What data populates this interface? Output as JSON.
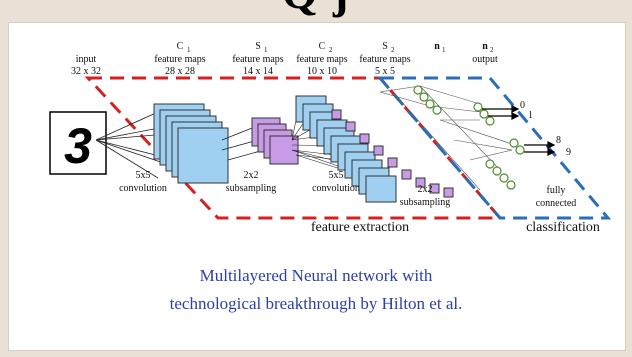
{
  "slide": {
    "title_fragment": "Q j",
    "caption_line1": "Multilayered Neural network with",
    "caption_line2": "technological breakthrough by Hilton et al."
  },
  "diagram": {
    "input_digit": "3",
    "layers": {
      "input": {
        "name": "input",
        "size": "32 x 32"
      },
      "c1": {
        "name": "C",
        "sub": "1",
        "desc": "feature maps",
        "size": "28 x 28"
      },
      "s1": {
        "name": "S",
        "sub": "1",
        "desc": "feature maps",
        "size": "14 x 14"
      },
      "c2": {
        "name": "C",
        "sub": "2",
        "desc": "feature maps",
        "size": "10 x 10"
      },
      "s2": {
        "name": "S",
        "sub": "2",
        "desc": "feature maps",
        "size": "5 x 5"
      },
      "n1": {
        "name": "n",
        "sub": "1"
      },
      "n2": {
        "name": "n",
        "sub": "2",
        "desc": "output"
      }
    },
    "ops": {
      "conv1": {
        "l1": "5x5",
        "l2": "convolution"
      },
      "sub1": {
        "l1": "2x2",
        "l2": "subsampling"
      },
      "conv2": {
        "l1": "5x5",
        "l2": "convolution"
      },
      "sub2": {
        "l1": "2x2",
        "l2": "subsampling"
      },
      "fc": {
        "l1": "fully",
        "l2": "connected"
      }
    },
    "outputs": {
      "a": "0",
      "b": "1",
      "c": "8",
      "d": "9"
    },
    "region_labels": {
      "feature_extraction": "feature extraction",
      "classification": "classification"
    },
    "colors": {
      "feature_dash": "#d42020",
      "class_dash": "#2a6db8",
      "map_blue": "#9fd0f2",
      "map_purple": "#c79be6",
      "neuron_green": "#86c45c"
    }
  }
}
